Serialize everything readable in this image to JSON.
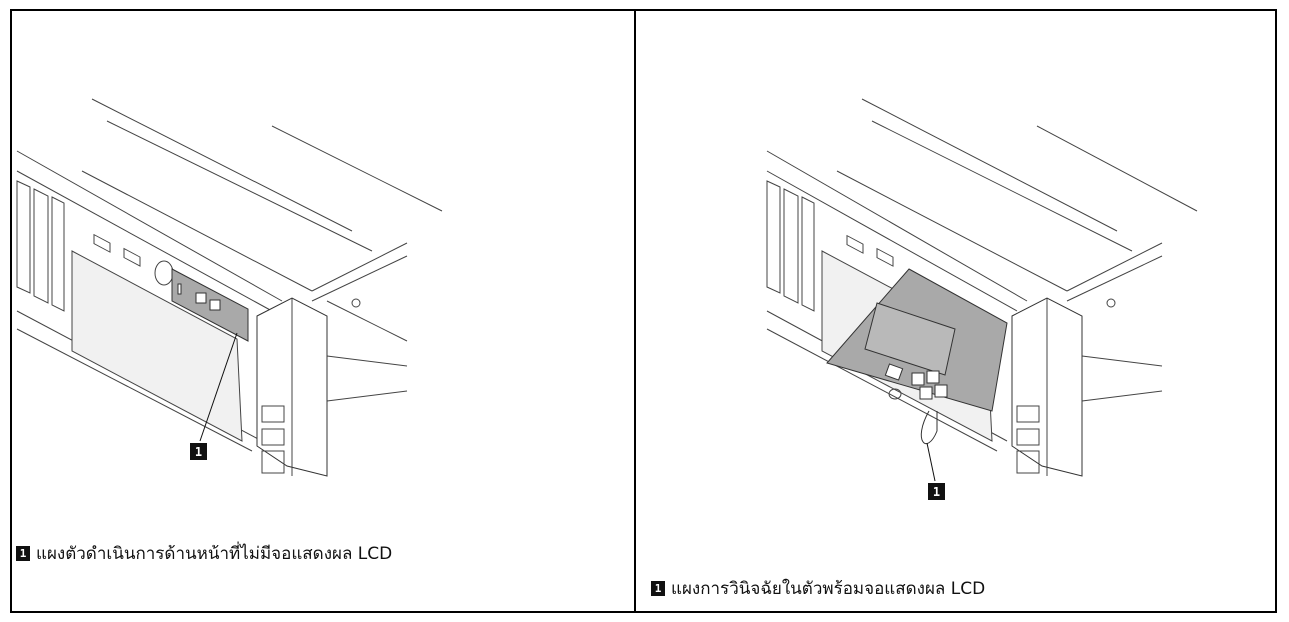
{
  "callout_number": "1",
  "panels": [
    {
      "caption": "แผงตัวดำเนินการด้านหน้าที่ไม่มีจอแสดงผล LCD"
    },
    {
      "caption": "แผงการวินิจฉัยในตัวพร้อมจอแสดงผล LCD"
    }
  ],
  "colors": {
    "line": "#444444",
    "panel_fill": "#a9a9a9",
    "badge": "#111111"
  }
}
